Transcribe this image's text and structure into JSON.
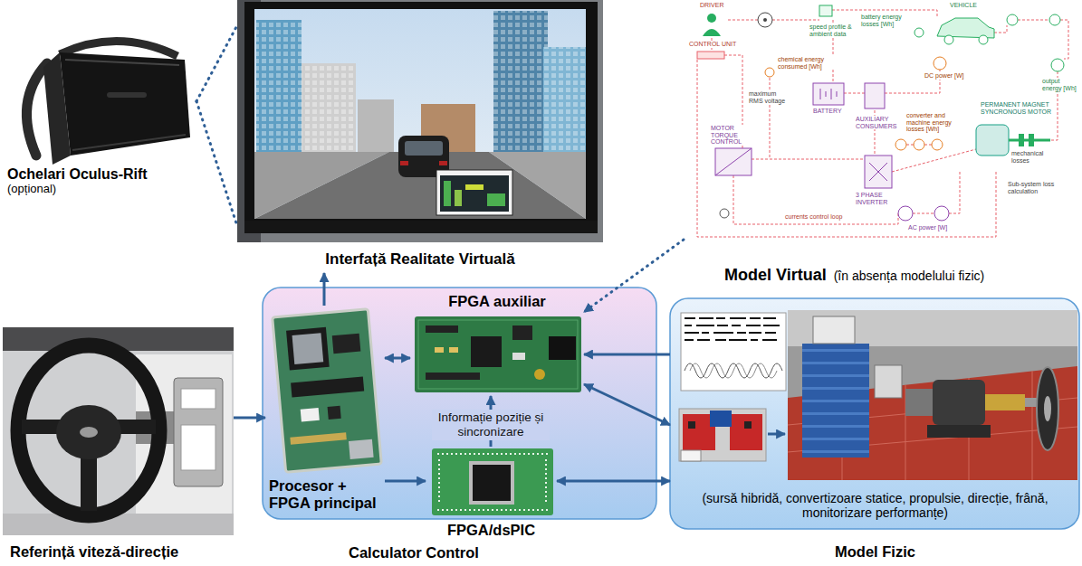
{
  "diagram": {
    "nodes": [
      {
        "text": [
          "Ochelari Oculus-Rift",
          "(opțional)"
        ]
      },
      {
        "text": [
          "Interfață Realitate Virtuală"
        ]
      },
      {
        "text": [
          "Model Virtual",
          "(în absența modelului fizic)"
        ]
      },
      {
        "text": [
          "Referință viteză-direcție"
        ]
      },
      {
        "text": [
          "Calculator Control"
        ]
      },
      {
        "text": [
          "Procesor + FPGA principal"
        ],
        "in": 4
      },
      {
        "text": [
          "FPGA auxiliar"
        ],
        "in": 4
      },
      {
        "text": [
          "FPGA/dsPIC"
        ],
        "in": 4
      },
      {
        "text": [
          "(sursă hibridă, convertizoare statice, propulsie, direcție, frână, monitorizare performanțe)",
          "Model Fizic"
        ]
      }
    ],
    "edges": [
      {
        "from": 0,
        "to": 1,
        "arrow": "none"
      },
      {
        "from": 2,
        "to": 6,
        "arrow": "to"
      },
      {
        "from": 3,
        "to": 5,
        "arrow": "to"
      },
      {
        "from": 5,
        "to": 1,
        "arrow": "to"
      },
      {
        "from": 5,
        "to": 6,
        "arrow": "both"
      },
      {
        "from": 5,
        "to": 7,
        "arrow": "to"
      },
      {
        "from": 7,
        "to": 6,
        "arrow": "to",
        "label": "Informație poziție și sincronizare"
      },
      {
        "from": 7,
        "to": 8,
        "arrow": "both"
      },
      {
        "from": 6,
        "to": 8,
        "arrow": "both"
      },
      {
        "from": 8,
        "to": 6,
        "arrow": "to"
      }
    ],
    "labels": [
      "DRIVER",
      "CONTROL UNIT",
      "speed profile & ambient data",
      "battery energy losses [Wh]",
      "VEHICLE",
      "chemical energy consumed [Wh]",
      "maximum RMS voltage",
      "BATTERY",
      "DC power [W]",
      "AUXILIARY CONSUMERS",
      "MOTOR TORQUE CONTROL",
      "converter and machine energy losses [Wh]",
      "PERMANENT MAGNET SYNCRONOUS MOTOR",
      "output energy [Wh]",
      "3 PHASE INVERTER",
      "mechanical losses",
      "Sub-system loss calculation",
      "currents control loop",
      "AC power [W]"
    ]
  }
}
